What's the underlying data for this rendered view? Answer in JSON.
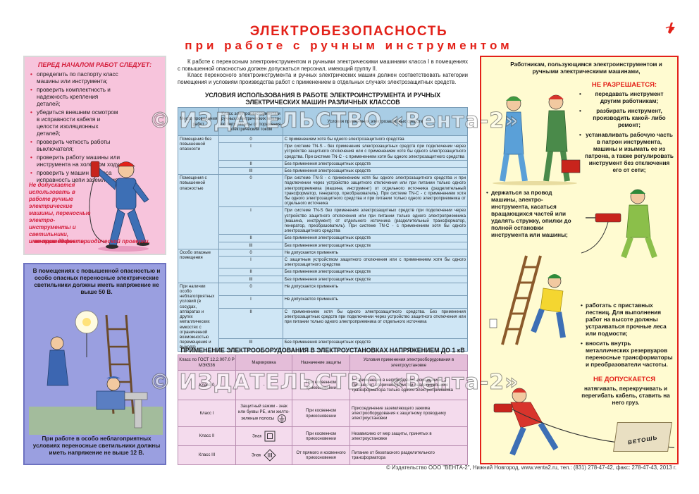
{
  "header": {
    "title_line1": "ЭЛЕКТРОБЕЗОПАСНОСТЬ",
    "title_line2": "при работе с ручным инструментом"
  },
  "colors": {
    "accent_red": "#e32119",
    "pink": "#f7c4dc",
    "blue": "#9a9fe0",
    "yellow": "#fffbd1",
    "table_blue": "#cfe6f5",
    "table_pink": "#f4dbed"
  },
  "left_top": {
    "heading": "ПЕРЕД НАЧАЛОМ РАБОТ СЛЕДУЕТ:",
    "items": [
      "определить по паспорту класс машины или инструмента;",
      "проверить комплектность и надежность крепления деталей;",
      "убедиться внешним осмотром в исправности кабеля и целости изоляционных деталей;",
      "проверить четкость работы выключателя;",
      "проверить работу машины или инструмента на холостом ходу;",
      "проверить у машин I класса исправность цепи заземления."
    ],
    "warning_a": "Не допускается использовать в работе ручные электрические машины, переносные электро- инструменты и светильники, имеющие дефекты",
    "warning_b": "и не прошедшие периодической проверки."
  },
  "left_bottom": {
    "text_top": "В помещениях с повышенной опасностью и особо опасных переносные электрические светильники должны иметь напряжение не выше 50 В.",
    "text_bottom": "При работе в особо неблагоприятных условиях переносные светильники должны иметь напряжение не выше 12 В."
  },
  "center": {
    "intro_p1": "К работе с переносным электроинструментом и ручными электрическими машинами класса I в помещениях с повышенной опасностью должен допускаться персонал, имеющий группу II.",
    "intro_p2": "Класс переносного электроинструмента и ручных электрических машин должен соответствовать категории помещения и условиям производства работ с применением в отдельных случаях электрозащитных средств.",
    "table1_title": "УСЛОВИЯ ИСПОЛЬЗОВАНИЯ В РАБОТЕ ЭЛЕКТРОИНСТРУМЕНТА И РУЧНЫХ ЭЛЕКТРИЧЕСКИХ МАШИН РАЗЛИЧНЫХ КЛАССОВ",
    "table1_headers": [
      "Место проведения работ",
      "Класс электро-инструмента и ручных электрических машин по типу защиты от поражения электрическим током",
      "Условия применения электрозащитных средств"
    ],
    "table1_groups": [
      {
        "place": "Помещения без повышенной опасности",
        "rows": [
          {
            "cls": "0",
            "req": "С применением хотя бы одного электрозащитного средства"
          },
          {
            "cls": "I",
            "req": "При системе TN-S - без применения электрозащитных средств при подключении через устройство защитного отключения или с применением хотя бы одного электрозащитного средства. При системе TN-C - с применением хотя бы одного электрозащитного средства"
          },
          {
            "cls": "II",
            "req": "Без применения электрозащитных средств"
          },
          {
            "cls": "III",
            "req": "Без применения электрозащитных средств"
          }
        ]
      },
      {
        "place": "Помещения с повышенной опасностью",
        "rows": [
          {
            "cls": "0",
            "req": "При системе TN-S - с применением хотя бы одного электрозащитного средства и при подключении через устройство защитного отключения или при питании только одного электроприемника (машина, инструмент) от отдельного источника (разделительный трансформатор, генератор, преобразователь). При системе TN-C - с применением хотя бы одного электрозащитного средства и при питании только одного электроприемника от отдельного источника"
          },
          {
            "cls": "I",
            "req": "При системе TN-S без применения электрозащитных средств при подключении через устройство защитного отключения или при питании только одного электроприемника (машина, инструмент) от отдельного источника (разделительный трансформатор, генератор, преобразователь). При системе TN-C - с применением хотя бы одного электрозащитного средства"
          },
          {
            "cls": "II",
            "req": "Без применения электрозащитных средств"
          },
          {
            "cls": "III",
            "req": "Без применения электрозащитных средств"
          }
        ]
      },
      {
        "place": "Особо опасные помещения",
        "rows": [
          {
            "cls": "0",
            "req": "Не допускается применять"
          },
          {
            "cls": "I",
            "req": "С защитным устройством защитного отключения или с применением хотя бы одного электрозащитного средства"
          },
          {
            "cls": "II",
            "req": "Без применения электрозащитных средств"
          },
          {
            "cls": "III",
            "req": "Без применения электрозащитных средств"
          }
        ]
      },
      {
        "place": "При наличии особо неблагоприятных условий (в сосудах, аппаратах и других металлических емкостях с ограниченной возможностью перемещения и выхода)",
        "rows": [
          {
            "cls": "0",
            "req": "Не допускается применять"
          },
          {
            "cls": "I",
            "req": "Не допускается применять"
          },
          {
            "cls": "II",
            "req": "С применением хотя бы одного электрозащитного средства. Без применения электрозащитных средств при подключении через устройство защитного отключения или при питании только одного электроприемника от отдельного источника"
          },
          {
            "cls": "III",
            "req": "Без применения электрозащитных средств"
          }
        ]
      }
    ],
    "table2_title": "ПРИМЕНЕНИЕ ЭЛЕКТРООБОРУДОВАНИЯ В ЭЛЕКТРОУСТАНОВКАХ НАПРЯЖЕНИЕМ ДО 1 кВ",
    "table2_headers": [
      "Класс по ГОСТ 12.2.007.0 Р МЭК536",
      "Маркировка",
      "Назначение защиты",
      "Условия применения электрооборудования в электроустановке"
    ],
    "table2_rows": [
      {
        "cls": "Класс 0",
        "mark": "-",
        "purpose": "При косвенном прикосновении",
        "req": "1. Применение в непроводящих помещениях. 2. Питание от вторичной обмотки разделительного трансформатора только одного электроприемника"
      },
      {
        "cls": "Класс I",
        "mark": "Защитный зажим - знак или буквы PE, или желто-зеленые полосы",
        "purpose": "При косвенном прикосновении",
        "req": "Присоединение заземляющего зажима электрооборудования к защитному проводнику электроустановки"
      },
      {
        "cls": "Класс II",
        "mark": "Знак",
        "purpose": "При косвенном прикосновении",
        "req": "Независимо от мер защиты, принятых в электроустановке"
      },
      {
        "cls": "Класс III",
        "mark": "Знак",
        "purpose": "От прямого и косвенного прикосновения",
        "req": "Питание от безопасного разделительного трансформатора"
      }
    ]
  },
  "right": {
    "intro": "Работникам, пользующимся электроинструментом и ручными электрическими машинами,",
    "forbidden_heading": "НЕ РАЗРЕШАЕТСЯ:",
    "forbidden_items": [
      "передавать инструмент другим работникам;",
      "разбирать инструмент, производить какой- либо ремонт;",
      "устанавливать рабочую часть в патрон инструмента, машины и изымать ее из патрона, а также регулировать инструмент без отключения его от сети;"
    ],
    "forbidden_items_2": [
      "держаться за провод машины, электро- инструмента, касаться вращающихся частей или удалять стружку, опилки до полной остановки инструмента или машины;"
    ],
    "forbidden_items_3": [
      "работать с приставных лестниц. Для выполнения работ на высоте должны устраиваться прочные леса или подмости;",
      "вносить внутрь металлических резервуаров переносные трансформаторы и преобразователи частоты."
    ],
    "not_allowed_heading": "НЕ ДОПУСКАЕТСЯ",
    "not_allowed_text": "натягивать, перекручивать и перегибать кабель, ставить на него груз.",
    "box_label": "ВЕТОШЬ"
  },
  "watermark": "© ИЗДАТЕЛЬСТВО «Вента-2»",
  "footer": "© Издательство ООО \"ВЕНТА-2\", Нижний Новгород, www.venta2.ru, тел.: (831) 278-47-42, факс: 278-47-43, 2013 г."
}
